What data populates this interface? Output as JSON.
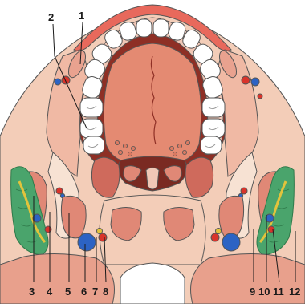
{
  "colors": {
    "outline": "#555555",
    "skin": "#f3cdb8",
    "bone": "#f7e2d3",
    "muscle": "#e08876",
    "muscle_dark": "#cf6a5c",
    "lip_red": "#e8695c",
    "cavity": "#8e2f25",
    "tongue": "#e48a72",
    "tooth": "#ffffff",
    "gland_green": "#4aa46c",
    "gland_dark": "#2f7a4a",
    "nerve_yellow": "#e2c33c",
    "vein_blue": "#2c63c4",
    "artery_red": "#d9342b"
  },
  "labels": [
    {
      "id": "1",
      "text": "1"
    },
    {
      "id": "2",
      "text": "2"
    },
    {
      "id": "3",
      "text": "3"
    },
    {
      "id": "4",
      "text": "4"
    },
    {
      "id": "5",
      "text": "5"
    },
    {
      "id": "6",
      "text": "6"
    },
    {
      "id": "7",
      "text": "7"
    },
    {
      "id": "8",
      "text": "8"
    },
    {
      "id": "9",
      "text": "9"
    },
    {
      "id": "10",
      "text": "10"
    },
    {
      "id": "11",
      "text": "11"
    },
    {
      "id": "12",
      "text": "12"
    }
  ]
}
